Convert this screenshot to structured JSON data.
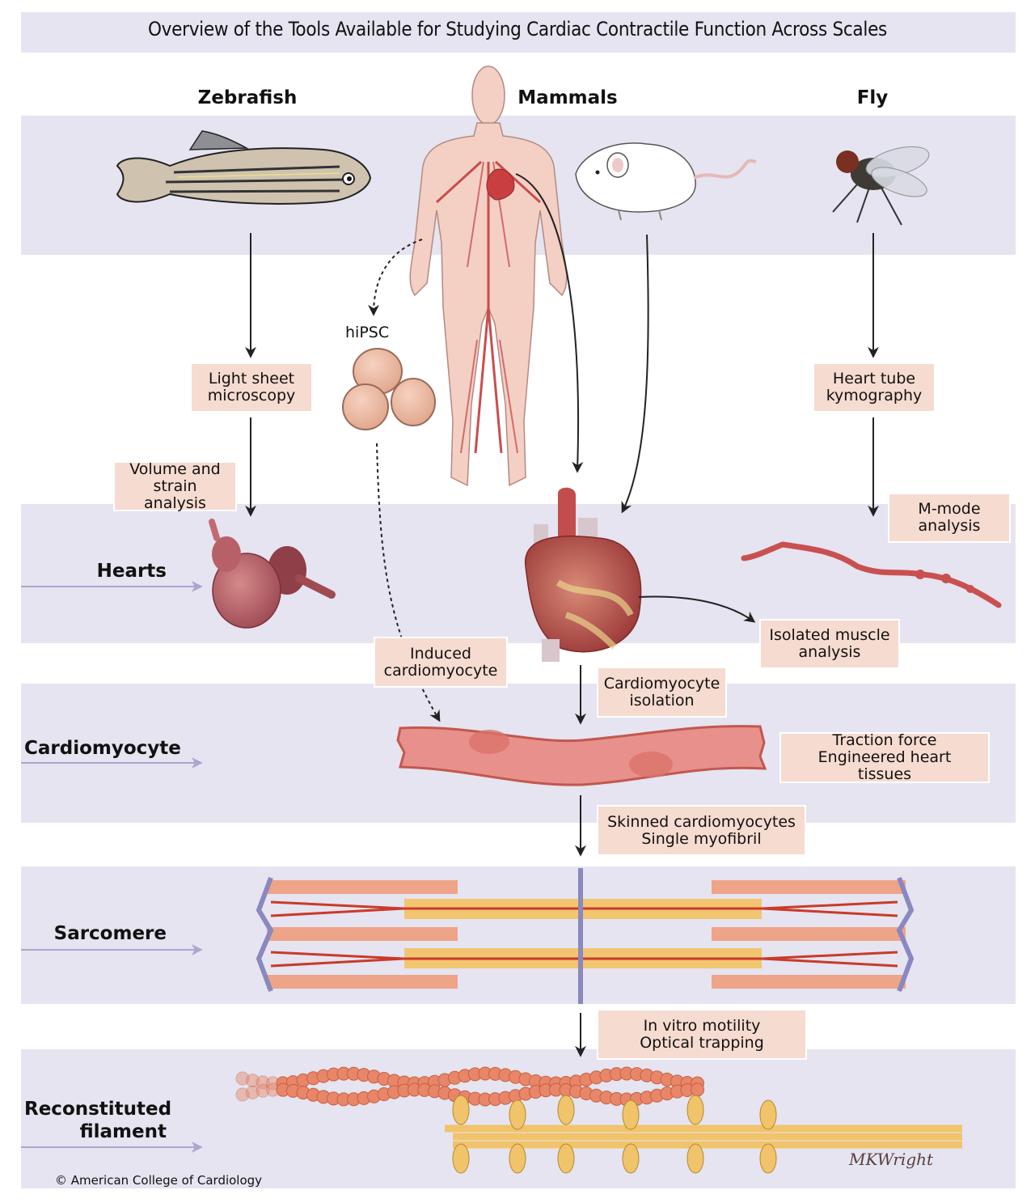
{
  "title": "Overview of the Tools Available for Studying Cardiac Contractile Function Across Scales",
  "columns": [
    {
      "id": "zebrafish",
      "label": "Zebrafish"
    },
    {
      "id": "mammals",
      "label": "Mammals"
    },
    {
      "id": "fly",
      "label": "Fly"
    }
  ],
  "rows": [
    {
      "id": "hearts",
      "label": "Hearts"
    },
    {
      "id": "cardiomyocyte",
      "label": "Cardiomyocyte"
    },
    {
      "id": "sarcomere",
      "label": "Sarcomere"
    },
    {
      "id": "filament",
      "label_line1": "Reconstituted",
      "label_line2": "filament"
    }
  ],
  "techniques": {
    "light_sheet": {
      "line1": "Light sheet",
      "line2": "microscopy"
    },
    "volume_strain": {
      "line1": "Volume and",
      "line2": "strain analysis"
    },
    "heart_tube": {
      "line1": "Heart tube",
      "line2": "kymography"
    },
    "m_mode": {
      "line1": "M-mode",
      "line2": "analysis"
    },
    "isolated_muscle": {
      "line1": "Isolated muscle",
      "line2": "analysis"
    },
    "induced_cm": {
      "line1": "Induced",
      "line2": "cardiomyocyte"
    },
    "cm_isolation": {
      "line1": "Cardiomyocyte",
      "line2": "isolation"
    },
    "traction": {
      "line1": "Traction force",
      "line2": "Engineered heart tissues"
    },
    "skinned": {
      "line1": "Skinned cardiomyocytes",
      "line2": "Single myofibril"
    },
    "motility": {
      "line1": "In vitro motility",
      "line2": "Optical trapping"
    }
  },
  "hipsc_label": "hiPSC",
  "illustrations": {
    "zebrafish": "zebrafish-illustration",
    "human": "human-body-illustration",
    "mouse": "mouse-illustration",
    "fly": "fly-illustration",
    "zebrafish_heart": "zebrafish-heart-illustration",
    "mammal_heart": "mammalian-heart-illustration",
    "fly_heart_tube": "fly-heart-tube-illustration",
    "cells": "hipsc-cells-illustration",
    "cardiomyocyte": "cardiomyocyte-illustration",
    "sarcomere": "sarcomere-illustration",
    "filament": "actin-myosin-filament-illustration"
  },
  "colors": {
    "band": "#e5e4f0",
    "tag": "#f6dbd0",
    "row_arrow": "#a9a6cf",
    "flesh": "#f3cfc4",
    "vessel": "#c94d4d",
    "actin": "#e8866a",
    "myosin": "#f1c36b"
  },
  "signature": "MKWright",
  "copyright": "© American College of Cardiology"
}
